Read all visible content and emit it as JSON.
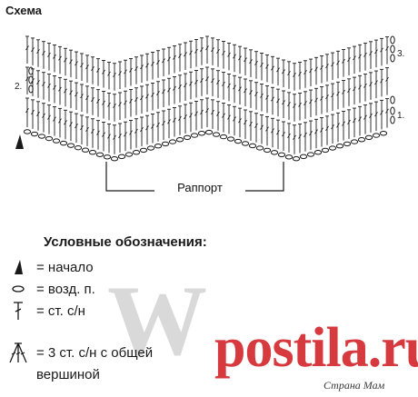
{
  "title": "Схема",
  "row_labels": {
    "row1": "1.",
    "row2": "2.",
    "row3": "3."
  },
  "rapport_label": "Раппорт",
  "legend": {
    "title": "Условные обозначения:",
    "items": [
      {
        "icon": "start-triangle-icon",
        "text": "= начало"
      },
      {
        "icon": "chain-stitch-oval-icon",
        "text": "= возд. п."
      },
      {
        "icon": "double-crochet-icon",
        "text": "= ст. с/н"
      },
      {
        "icon": "three-dc-together-icon",
        "text": "= 3 ст. с/н с общей"
      },
      {
        "icon": "none",
        "text": "вершиной"
      }
    ]
  },
  "watermark": {
    "letter": "W",
    "brand": "postila.ru",
    "site": "Страна Мам"
  },
  "colors": {
    "ink": "#1a1a1a",
    "brand_red": "#d6393e",
    "watermark_gray": "#8a8a8a"
  }
}
